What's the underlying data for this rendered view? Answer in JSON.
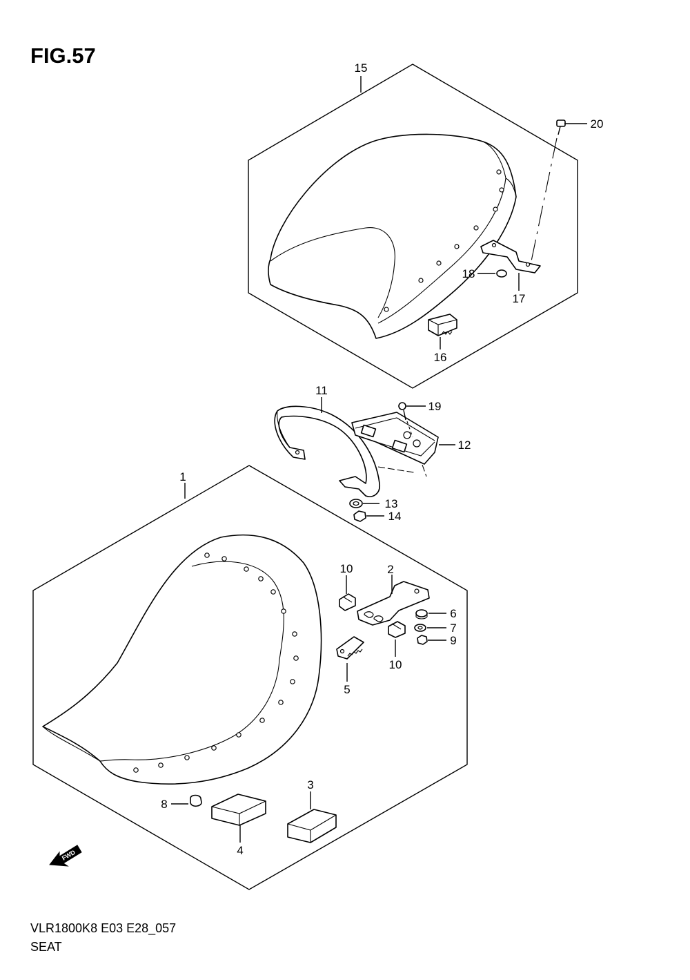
{
  "figure": {
    "title": "FIG.57",
    "model_code": "VLR1800K8 E03 E28_057",
    "section_name": "SEAT",
    "fwd_label": "FWD"
  },
  "callouts": [
    {
      "id": "c1",
      "text": "1"
    },
    {
      "id": "c2",
      "text": "2"
    },
    {
      "id": "c3",
      "text": "3"
    },
    {
      "id": "c4",
      "text": "4"
    },
    {
      "id": "c5",
      "text": "5"
    },
    {
      "id": "c6",
      "text": "6"
    },
    {
      "id": "c7",
      "text": "7"
    },
    {
      "id": "c8",
      "text": "8"
    },
    {
      "id": "c9",
      "text": "9"
    },
    {
      "id": "c10a",
      "text": "10"
    },
    {
      "id": "c10b",
      "text": "10"
    },
    {
      "id": "c11",
      "text": "11"
    },
    {
      "id": "c12",
      "text": "12"
    },
    {
      "id": "c13",
      "text": "13"
    },
    {
      "id": "c14",
      "text": "14"
    },
    {
      "id": "c15",
      "text": "15"
    },
    {
      "id": "c16",
      "text": "16"
    },
    {
      "id": "c17",
      "text": "17"
    },
    {
      "id": "c18",
      "text": "18"
    },
    {
      "id": "c19",
      "text": "19"
    },
    {
      "id": "c20",
      "text": "20"
    }
  ]
}
